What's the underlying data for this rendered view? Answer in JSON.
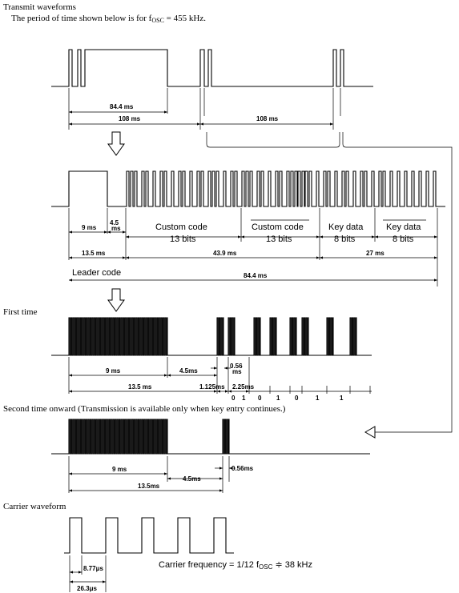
{
  "header": {
    "title": "Transmit waveforms",
    "subtitle_pre": "The period of time shown below is for f",
    "subtitle_sub": "OSC",
    "subtitle_post": " = 455 kHz."
  },
  "frame": {
    "t_84_4": "84.4 ms",
    "t_108_a": "108   ms",
    "t_108_b": "108 ms"
  },
  "code": {
    "t_9": "9 ms",
    "t_4_5a": "4.5",
    "t_4_5b": "ms",
    "custom1_a": "Custom code",
    "custom1_b": "13 bits",
    "custom2_a": "Custom code",
    "custom2_b": "13 bits",
    "key1_a": "Key data",
    "key1_b": "8 bits",
    "key2_a": "Key data",
    "key2_b": "8 bits",
    "t_13_5": "13.5 ms",
    "t_43_9": "43.9 ms",
    "t_27": "27   ms",
    "leader": "Leader code",
    "t_84_4": "84.4 ms"
  },
  "first": {
    "label": "First time",
    "t_9": "9 ms",
    "t_4_5": "4.5ms",
    "t_056a": "0.56",
    "t_056b": "ms",
    "t_13_5": "13.5 ms",
    "t_1125": "1.125ms",
    "t_225": "2.25ms",
    "bits": [
      "0",
      "1",
      "0",
      "1",
      "0",
      "1",
      "1"
    ]
  },
  "second": {
    "label": "Second time onward (Transmission is available only when key entry continues.)",
    "t_9": "9 ms",
    "t_4_5": "4.5ms",
    "t_056": "0.56ms",
    "t_13_5": "13.5ms"
  },
  "carrier": {
    "label": "Carrier waveform",
    "t_877": "8.77μs",
    "t_263": "26.3μs",
    "freq_pre": "Carrier frequency = 1/12 f",
    "freq_sub": "OSC",
    "freq_post": " ≑ 38 kHz"
  }
}
